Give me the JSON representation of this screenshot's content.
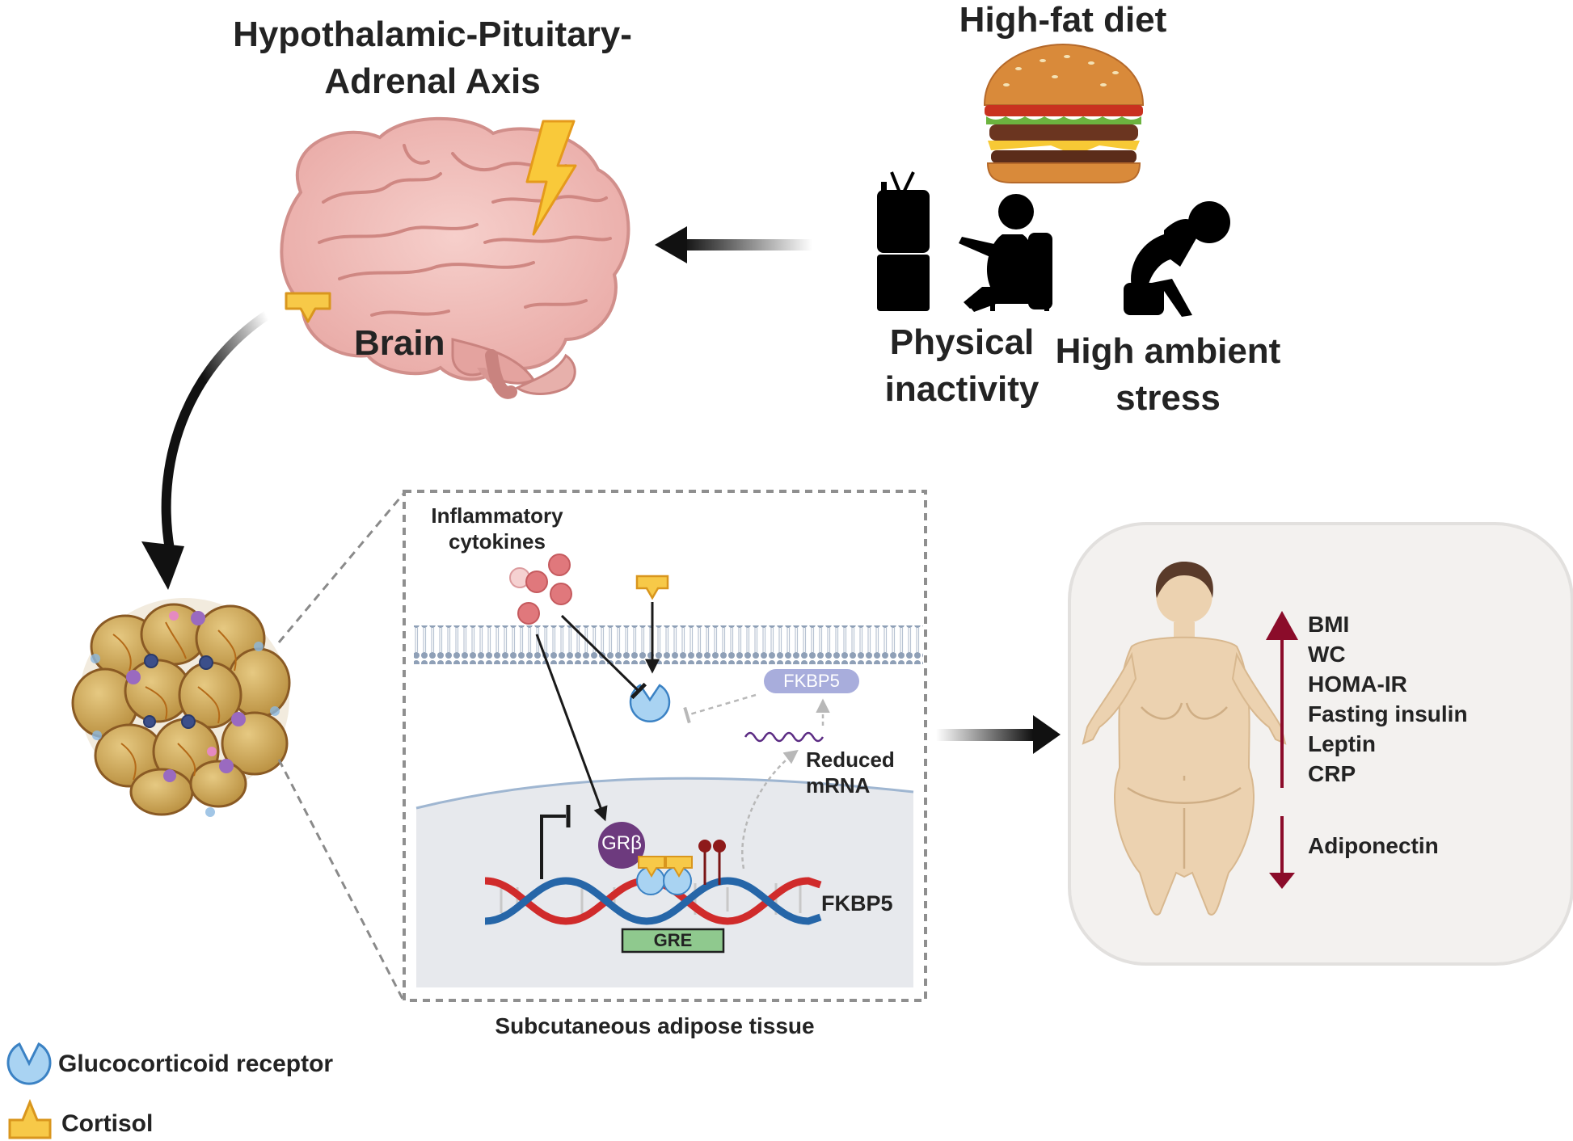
{
  "titles": {
    "hpa_axis": "Hypothalamic-Pituitary-Adrenal Axis",
    "brain": "Brain",
    "high_fat_diet": "High-fat diet",
    "physical_inactivity": "Physical inactivity",
    "high_ambient_stress": "High ambient stress",
    "tissue_caption": "Subcutaneous adipose tissue"
  },
  "cell_panel": {
    "inflammatory_cytokines": "Inflammatory cytokines",
    "fkbp5_protein": "FKBP5",
    "reduced_mrna": "Reduced mRNA",
    "gr_beta": "GRβ",
    "fkbp5_gene": "FKBP5",
    "gre": "GRE"
  },
  "outcomes": {
    "increased": [
      "BMI",
      "WC",
      "HOMA-IR",
      "Fasting insulin",
      "Leptin",
      "CRP"
    ],
    "decreased": [
      "Adiponectin"
    ],
    "arrow_color": "#8b0c2a"
  },
  "legend": [
    {
      "icon": "glucocorticoid-receptor-icon",
      "label": "Glucocorticoid receptor"
    },
    {
      "icon": "cortisol-icon",
      "label": "Cortisol"
    }
  ],
  "colors": {
    "brain": "#f2c1bd",
    "adipocyte": "#d6b46a",
    "receptor": "#a9d3f2",
    "cortisol": "#f7c948",
    "gr_beta": "#6d3a7e",
    "cytokine": "#e0787c",
    "dna_red": "#d02b2b",
    "dna_blue": "#2666a8",
    "gre": "#8fc98e",
    "cell_bg": "#e7e9ed",
    "skin": "#ecd2b0"
  }
}
